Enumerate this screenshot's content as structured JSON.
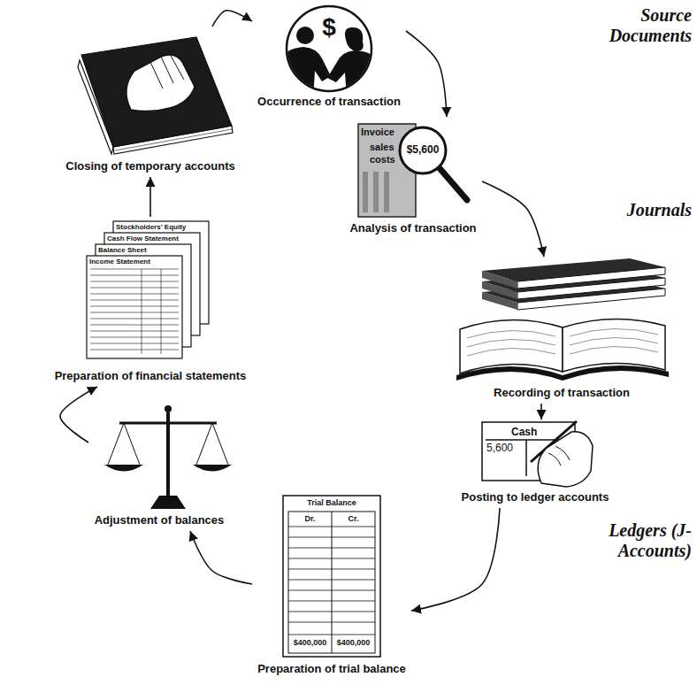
{
  "diagram": {
    "nodes": [
      {
        "text": [
          "Occurrence of transaction"
        ]
      },
      {
        "text": [
          "Analysis of transaction"
        ]
      },
      {
        "text": [
          "Recording of transaction"
        ]
      },
      {
        "text": [
          "Posting to ledger accounts"
        ]
      },
      {
        "text": [
          "Preparation of trial balance"
        ]
      },
      {
        "text": [
          "Adjustment of balances"
        ]
      },
      {
        "text": [
          "Preparation of financial statements"
        ]
      },
      {
        "text": [
          "Closing of temporary accounts"
        ]
      }
    ],
    "edges": [
      {
        "from": 0,
        "to": 1,
        "arrow": "to"
      },
      {
        "from": 1,
        "to": 2,
        "arrow": "to"
      },
      {
        "from": 2,
        "to": 3,
        "arrow": "to"
      },
      {
        "from": 3,
        "to": 4,
        "arrow": "to"
      },
      {
        "from": 4,
        "to": 5,
        "arrow": "to"
      },
      {
        "from": 5,
        "to": 6,
        "arrow": "to"
      },
      {
        "from": 6,
        "to": 7,
        "arrow": "to"
      },
      {
        "from": 7,
        "to": 0,
        "arrow": "to"
      }
    ],
    "labels": [
      "Source Documents",
      "Journals",
      "Ledgers (J-Accounts)",
      "$",
      "Invoice",
      "sales",
      "costs",
      "$5,600",
      "Cash",
      "5,600",
      "Trial Balance",
      "Dr.",
      "Cr.",
      "$400,000",
      "$400,000",
      "Stockholders' Equity",
      "Cash Flow Statement",
      "Balance Sheet",
      "Income Statement"
    ]
  }
}
